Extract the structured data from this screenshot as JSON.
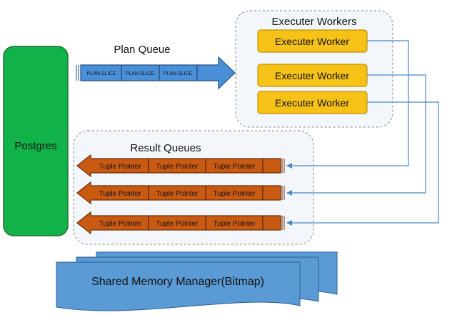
{
  "postgres": {
    "label": "Postgres"
  },
  "plan_queue": {
    "title": "Plan Queue",
    "slices": [
      "PLAN SLICE",
      "PLAN SLICE",
      "PLAN SLICE"
    ]
  },
  "executer_workers": {
    "title": "Executer Workers",
    "workers": [
      "Executer Worker",
      "Executer Worker",
      "Executer Worker"
    ]
  },
  "result_queues": {
    "title": "Result Queues",
    "queues": [
      {
        "cells": [
          "Tuple Pointer",
          "Tuple Pointer",
          "Tuple Pointer"
        ]
      },
      {
        "cells": [
          "Tuple Pointer",
          "Tuple Pointer",
          "Tuple Pointer"
        ]
      },
      {
        "cells": [
          "Tuple Pointer",
          "Tuple Pointer",
          "Tuple Pointer"
        ]
      }
    ]
  },
  "shared_memory": {
    "label": "Shared Memory Manager(Bitmap)"
  },
  "colors": {
    "postgres_fill": "#11b24a",
    "postgres_stroke": "#1f6e2e",
    "plan_arrow": "#4a90d9",
    "worker_fill": "#f6c217",
    "worker_stroke": "#c28f00",
    "result_arrow": "#c95a12",
    "memory_fill": "#5b9bd5",
    "connector": "#4a86c8",
    "group_fill": "#f3f6fa",
    "group_stroke": "#8a8a8a"
  }
}
